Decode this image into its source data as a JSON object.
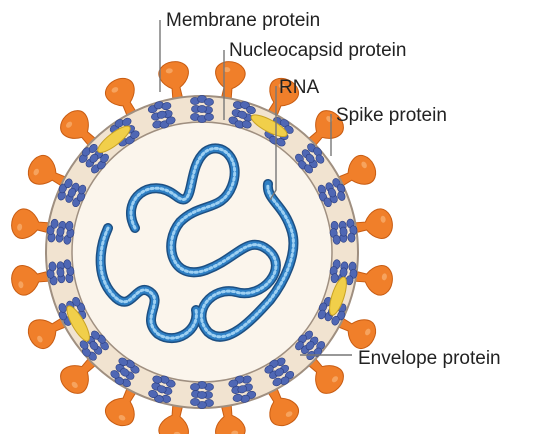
{
  "labels": {
    "membrane": "Membrane protein",
    "nucleocapsid": "Nucleocapsid protein",
    "rna": "RNA",
    "spike": "Spike protein",
    "envelope": "Envelope protein"
  },
  "colors": {
    "spike": "#f07f2a",
    "spike_edge": "#c85c12",
    "envelope_lipid": "#f1e3d0",
    "membrane_outline": "#9f8f80",
    "core_fill": "#fbf5ec",
    "membrane_protein": "#4f67b4",
    "envelope_protein": "#f1cf4a",
    "rna": "#2e7fc4",
    "rna_dark": "#1d4f82",
    "leader": "#777777"
  },
  "icons": {
    "spike": "spike-protein-icon",
    "membrane_protein": "membrane-protein-icon",
    "envelope_protein": "envelope-protein-icon",
    "rna": "rna-strand-icon"
  }
}
